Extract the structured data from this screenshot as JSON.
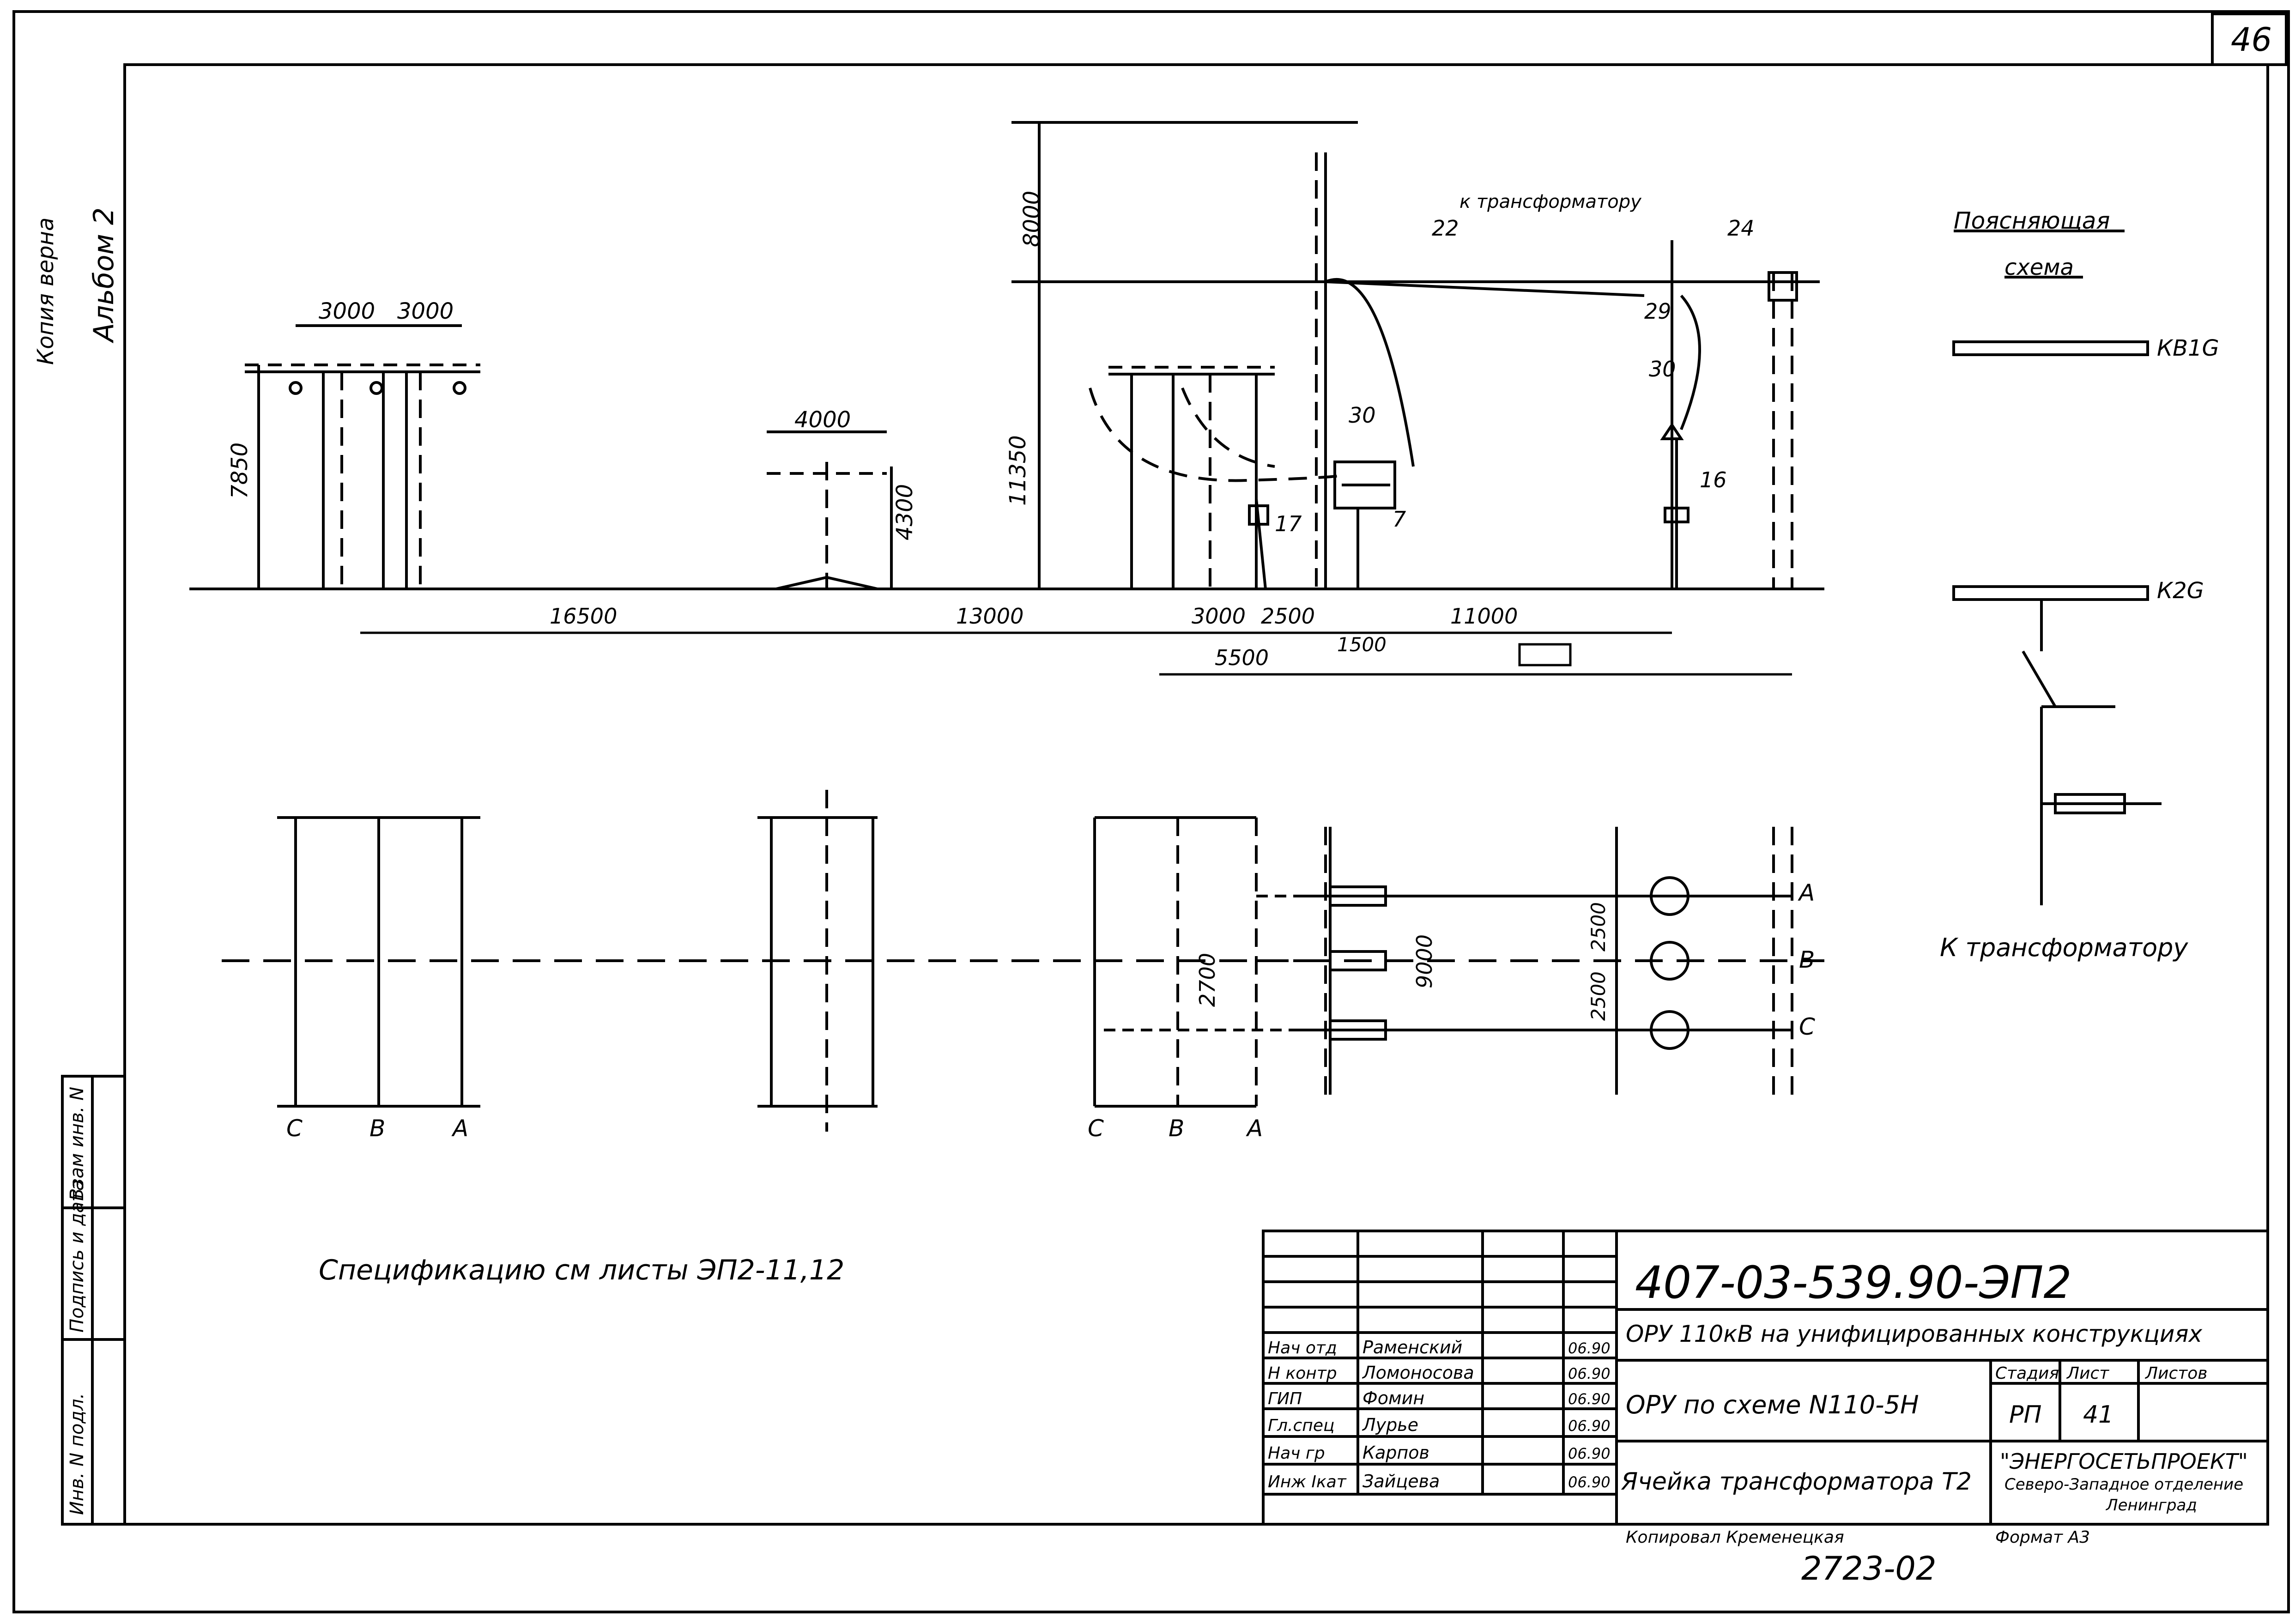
{
  "sheet": {
    "page_number": "46",
    "margin_note_copy": "Копия верна",
    "album_label": "Альбом 2",
    "spec_note": "Спецификацию см листы ЭП2-11,12"
  },
  "left_strip": {
    "vzam_inv": "Взам инв. N",
    "podpis_data": "Подпись и дата",
    "inv_podl": "Инв. N подл."
  },
  "elevation": {
    "dims": [
      "3000",
      "3000",
      "7850",
      "4000",
      "4300",
      "11350",
      "8000",
      "16500",
      "13000",
      "3000",
      "2500",
      "11000",
      "1500",
      "5500"
    ],
    "labels": {
      "to_transformer": "к трансформатору",
      "p22": "22",
      "p24": "24",
      "p29": "29",
      "p30a": "30",
      "p30b": "30",
      "p17": "17",
      "p7": "7",
      "p16": "16"
    }
  },
  "plan": {
    "phases_left": [
      "C",
      "B",
      "A"
    ],
    "phases_mid": [
      "C",
      "B",
      "A"
    ],
    "phases_right": [
      "A",
      "B",
      "C"
    ],
    "dims": [
      "2700",
      "9000",
      "2500",
      "2500"
    ]
  },
  "schema": {
    "title_line1": "Поясняющая",
    "title_line2": "схема",
    "bus1": "КВ1G",
    "bus2": "К2G",
    "to_transformer": "К трансформатору"
  },
  "title_block": {
    "code": "407-03-539.90-ЭП2",
    "project": "ОРУ 110кВ на унифицированных конструкциях",
    "drawing": "ОРУ по схеме N110-5Н",
    "sheet_name": "Ячейка трансформатора Т2",
    "stage_header": "Стадия",
    "sheet_header": "Лист",
    "sheets_header": "Листов",
    "stage": "РП",
    "sheet_no": "41",
    "org_line1": "\"ЭНЕРГОСЕТЬПРОЕКТ\"",
    "org_line2": "Северо-Западное отделение",
    "org_line3": "Ленинград",
    "staff": [
      {
        "role": "Нач отд",
        "name": "Раменский",
        "date": "06.90"
      },
      {
        "role": "Н контр",
        "name": "Ломоносова",
        "date": "06.90"
      },
      {
        "role": "ГИП",
        "name": "Фомин",
        "date": "06.90"
      },
      {
        "role": "Гл.спец",
        "name": "Лурье",
        "date": "06.90"
      },
      {
        "role": "Нач гр",
        "name": "Карпов",
        "date": "06.90"
      },
      {
        "role": "Инж Iкат",
        "name": "Зайцева",
        "date": "06.90"
      }
    ],
    "copied_by": "Копировал Кременецкая",
    "format": "Формат А3",
    "archive_no": "2723-02"
  }
}
